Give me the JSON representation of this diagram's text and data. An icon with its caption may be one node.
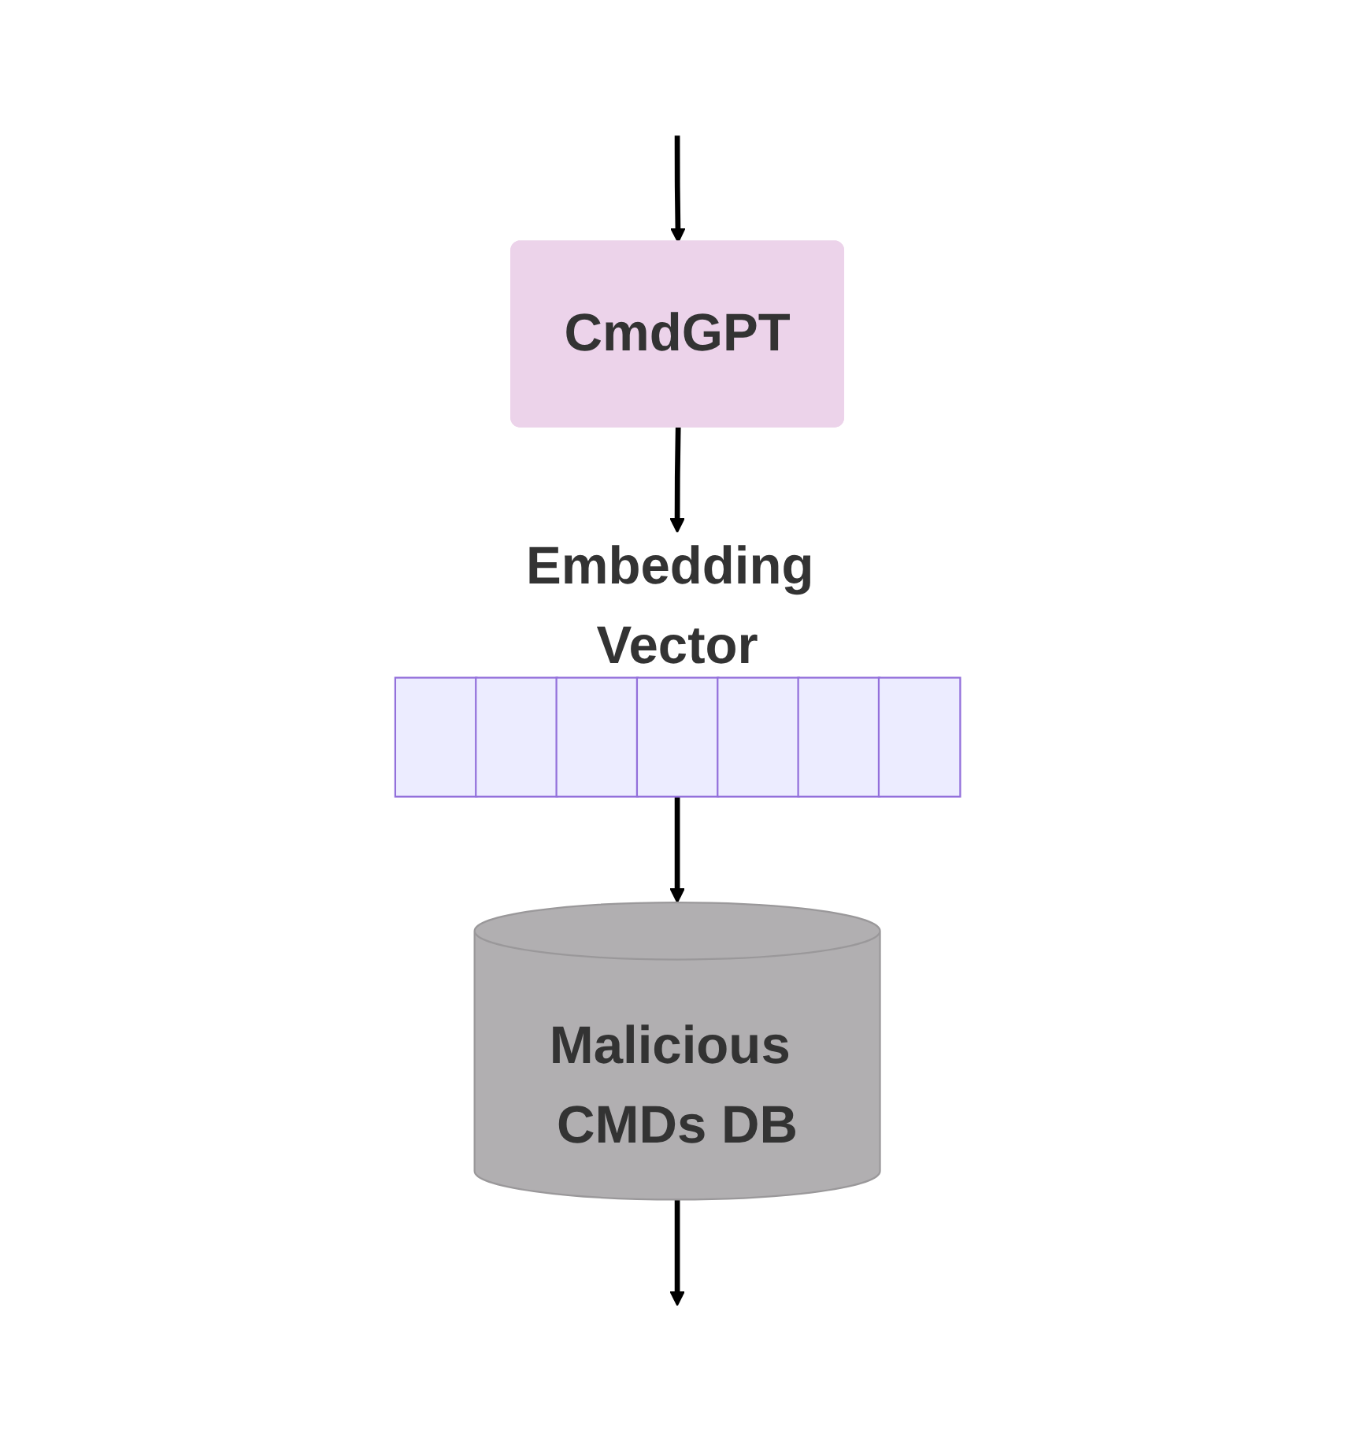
{
  "diagram": {
    "nodes": [
      {
        "text": [
          "CmdGPT"
        ]
      },
      {
        "text": [
          "Embedding Vector"
        ]
      },
      {
        "text": [
          "Malicious CMDs DB"
        ]
      }
    ],
    "edges": [
      {
        "from": null,
        "to": 0,
        "arrow": "to"
      },
      {
        "from": 0,
        "to": 1,
        "arrow": "to"
      },
      {
        "from": 1,
        "to": 2,
        "arrow": "to"
      },
      {
        "from": 2,
        "to": null,
        "arrow": "to"
      }
    ]
  }
}
